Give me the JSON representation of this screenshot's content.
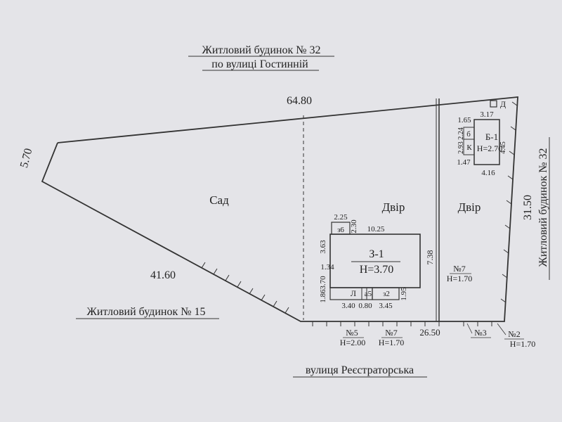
{
  "titles": {
    "top_line1": "Житловий будинок № 32",
    "top_line2": "по вулиці Гостинній",
    "left_neighbor": "Житловий будинок № 15",
    "right_neighbor": "Житловий будинок № 32",
    "street": "вулиця Реєстраторська"
  },
  "zones": {
    "garden": "Сад",
    "yard_left": "Двір",
    "yard_right": "Двір"
  },
  "boundary": {
    "top": "64.80",
    "left_short": "5.70",
    "left_long": "41.60",
    "right": "31.50",
    "bottom": "26.50",
    "inner_dim": "7.38"
  },
  "building_main": {
    "name": "З-1",
    "height": "Н=3.70",
    "len_top": "10.25",
    "h_left": "3.63",
    "h_left2": "1.34",
    "h_left3": "3.70",
    "h_left4": "1.86",
    "h_right": "1.95",
    "bottom_a": "3.40",
    "bottom_b": "0.80",
    "bottom_c": "3.45",
    "annex_label": "з6",
    "annex_w": "2.25",
    "annex_h": "2.30",
    "room_l": "Л",
    "room_a5": "а5",
    "room_z2": "з2"
  },
  "building_b": {
    "name": "Б-1",
    "height": "Н=2.70",
    "top": "3.17",
    "bottom": "4.16",
    "left_a": "1.65",
    "left_b": "2.24",
    "left_c": "2.93",
    "left_d": "1.47",
    "right": "4.45",
    "room_b": "б",
    "room_k": "К",
    "d_label": "Д"
  },
  "fences": {
    "n5": "№5",
    "n5_h": "Н=2.00",
    "n7_bottom": "№7",
    "n7_bottom_h": "Н=1.70",
    "n7_mid": "№7",
    "n7_mid_h": "Н=1.70",
    "n3": "№3",
    "n2": "№2",
    "n2_h": "Н=1.70"
  }
}
